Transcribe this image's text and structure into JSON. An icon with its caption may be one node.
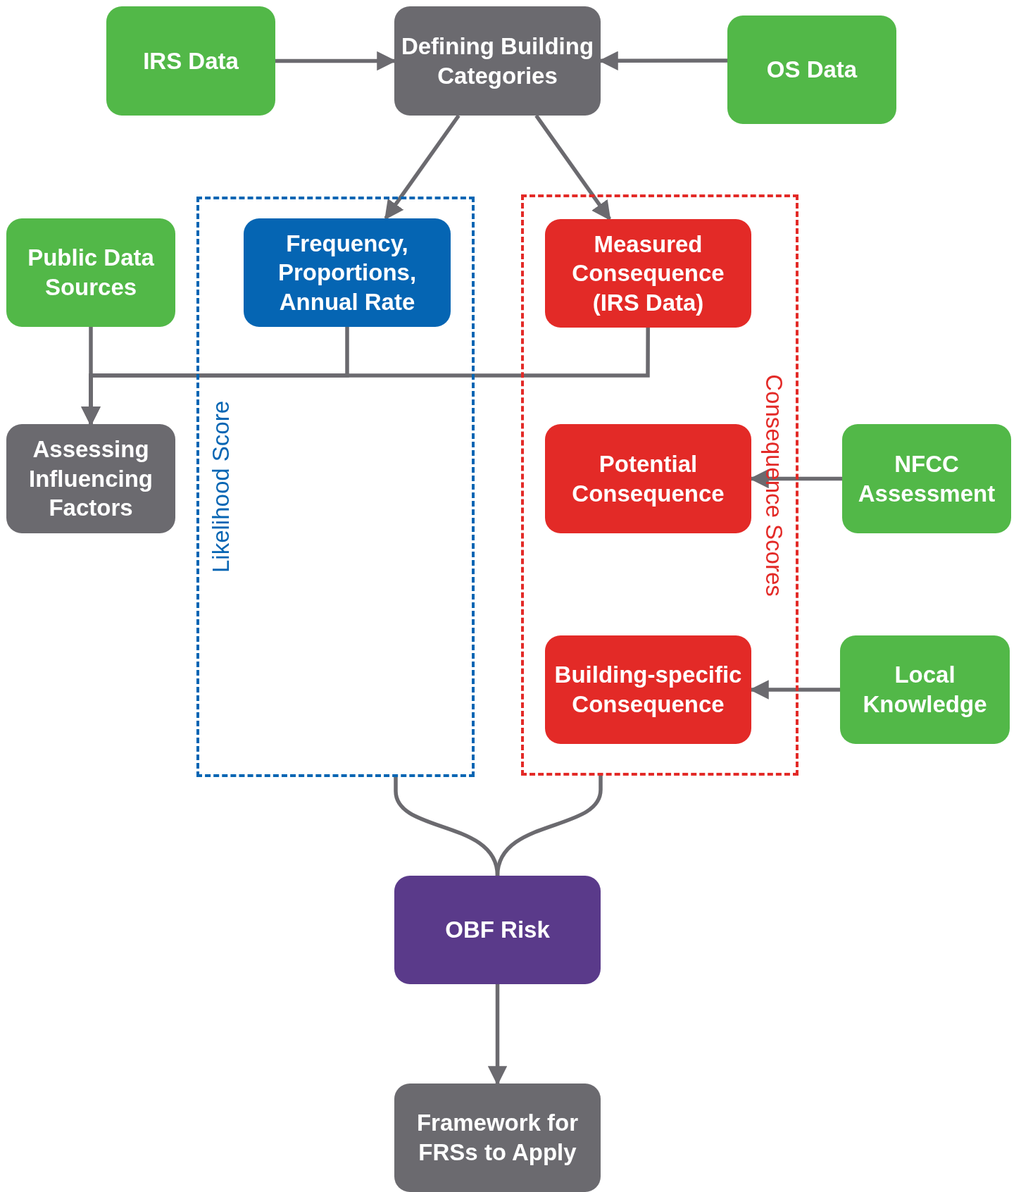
{
  "diagram": {
    "nodes": [
      {
        "text": [
          "IRS Data"
        ]
      },
      {
        "text": [
          "Defining Building Categories"
        ]
      },
      {
        "text": [
          "OS Data"
        ]
      },
      {
        "text": [
          "Likelihood Score"
        ]
      },
      {
        "text": [
          "Frequency, Proportions, Annual Rate"
        ],
        "in": 3
      },
      {
        "text": [
          "Consequence Scores"
        ]
      },
      {
        "text": [
          "Measured Consequence (IRS Data)"
        ],
        "in": 5
      },
      {
        "text": [
          "Potential Consequence"
        ],
        "in": 5
      },
      {
        "text": [
          "Building-specific Consequence"
        ],
        "in": 5
      },
      {
        "text": [
          "Public Data Sources"
        ]
      },
      {
        "text": [
          "Assessing Influencing Factors"
        ]
      },
      {
        "text": [
          "NFCC Assessment"
        ]
      },
      {
        "text": [
          "Local Knowledge"
        ]
      },
      {
        "text": [
          "OBF Risk"
        ]
      },
      {
        "text": [
          "Framework for FRSs to Apply"
        ]
      }
    ],
    "edges": [
      {
        "from": 0,
        "to": 1,
        "arrow": "to"
      },
      {
        "from": 2,
        "to": 1,
        "arrow": "to"
      },
      {
        "from": 1,
        "to": 4,
        "arrow": "to"
      },
      {
        "from": 1,
        "to": 6,
        "arrow": "to"
      },
      {
        "from": 9,
        "to": 10,
        "arrow": "to"
      },
      {
        "from": 4,
        "to": 10,
        "arrow": "to"
      },
      {
        "from": 6,
        "to": 10,
        "arrow": "to"
      },
      {
        "from": 11,
        "to": 7,
        "arrow": "to"
      },
      {
        "from": 12,
        "to": 8,
        "arrow": "to"
      },
      {
        "from": 3,
        "to": 13,
        "arrow": "none"
      },
      {
        "from": 5,
        "to": 13,
        "arrow": "none"
      },
      {
        "from": 13,
        "to": 14,
        "arrow": "to"
      }
    ]
  }
}
